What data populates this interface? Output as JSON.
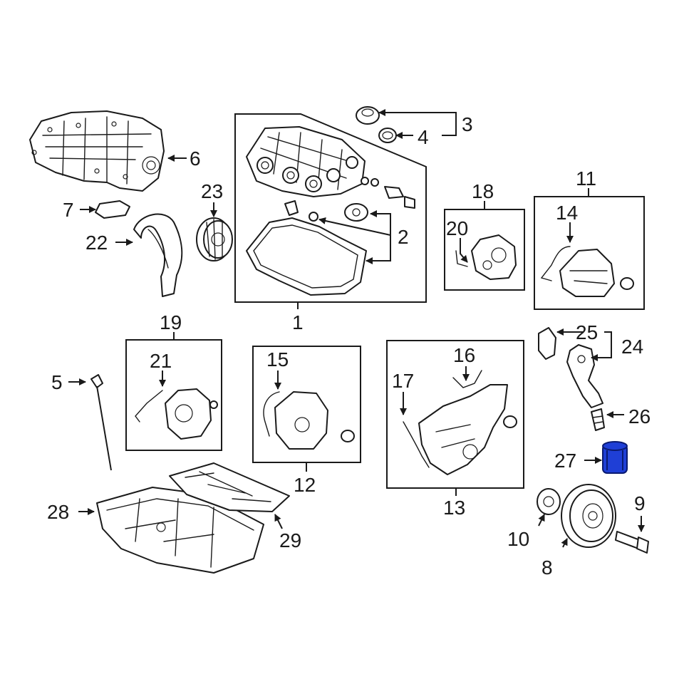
{
  "diagram": {
    "callouts": {
      "c1": "1",
      "c2": "2",
      "c3": "3",
      "c4": "4",
      "c5": "5",
      "c6": "6",
      "c7": "7",
      "c8": "8",
      "c9": "9",
      "c10": "10",
      "c11": "11",
      "c12": "12",
      "c13": "13",
      "c14": "14",
      "c15": "15",
      "c16": "16",
      "c17": "17",
      "c18": "18",
      "c19": "19",
      "c20": "20",
      "c21": "21",
      "c22": "22",
      "c23": "23",
      "c24": "24",
      "c25": "25",
      "c26": "26",
      "c27": "27",
      "c28": "28",
      "c29": "29"
    },
    "highlighted_part": "27",
    "colors": {
      "line": "#1a1a1a",
      "highlight": "#1f3fd6",
      "background": "#ffffff"
    }
  }
}
